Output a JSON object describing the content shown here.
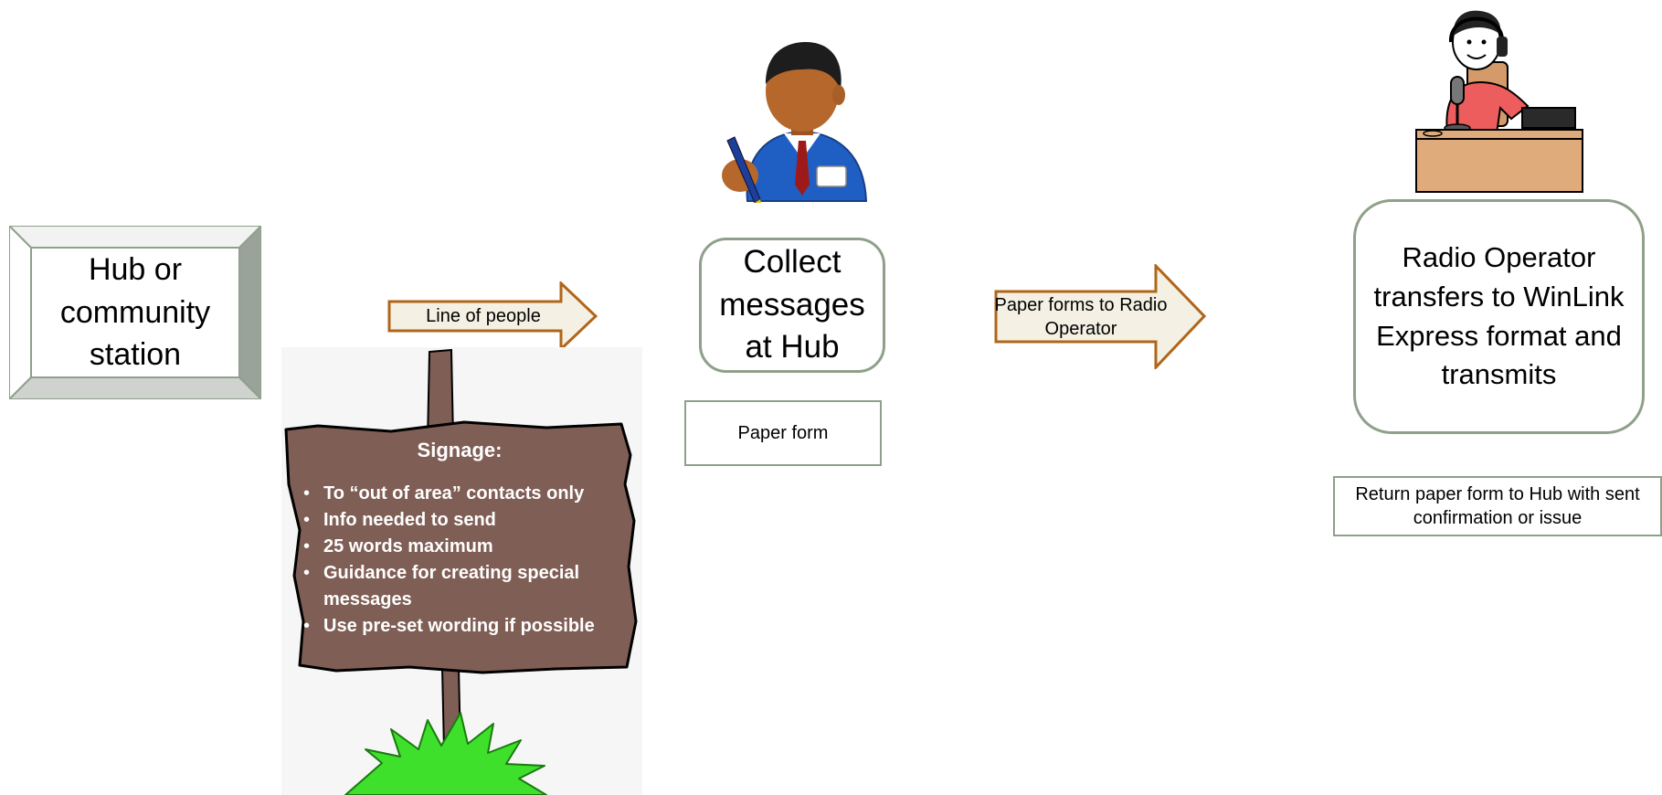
{
  "diagram": {
    "hub": {
      "label": "Hub or community station"
    },
    "line_arrow": {
      "label": "Line of people"
    },
    "signage": {
      "title": "Signage:",
      "items": [
        "To “out of area” contacts only",
        "Info needed to send",
        "25 words maximum",
        "Guidance for creating special messages",
        "Use pre-set wording if possible"
      ]
    },
    "collect": {
      "label": "Collect messages at Hub"
    },
    "paper_form": {
      "label": "Paper form"
    },
    "forms_arrow": {
      "label": "Paper forms to Radio Operator"
    },
    "radio_operator": {
      "label": "Radio Operator transfers to WinLink Express format and transmits"
    },
    "return_note": {
      "label": "Return paper form to Hub with sent confirmation or issue"
    },
    "icons": [
      "person-with-pen-icon",
      "radio-operator-icon",
      "signpost-icon"
    ],
    "colors": {
      "box_border": "#8fa08a",
      "arrow_fill": "#f4f1e4",
      "arrow_border": "#b0661a",
      "sign_wood": "#7f5e55"
    }
  }
}
